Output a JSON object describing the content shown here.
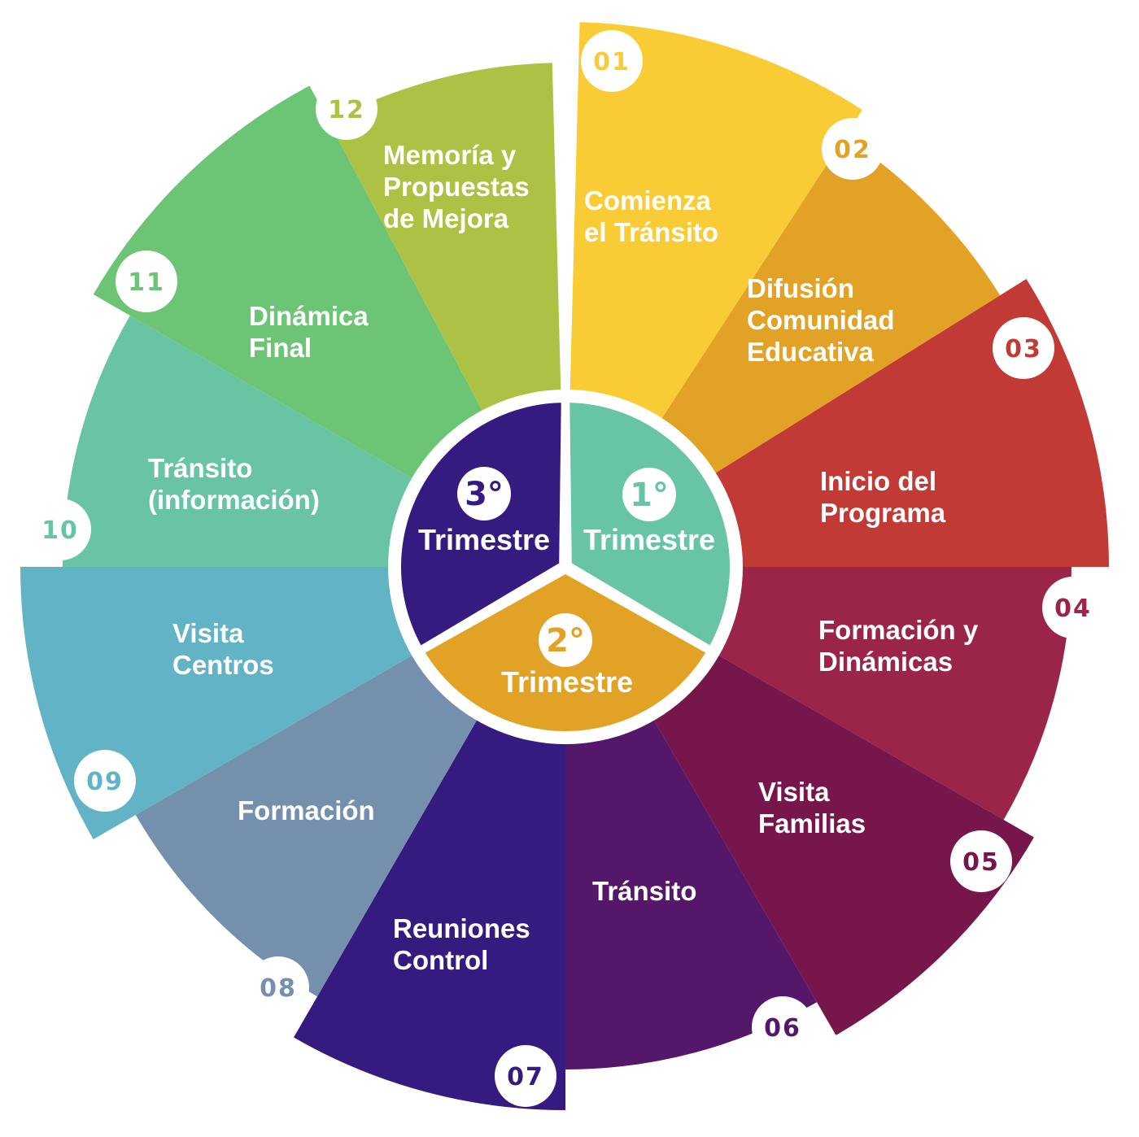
{
  "steps": [
    {
      "number": "01",
      "lines": [
        "Comienza",
        "el Tránsito"
      ],
      "color": "#f9cb35"
    },
    {
      "number": "02",
      "lines": [
        "Difusión",
        "Comunidad",
        "Educativa"
      ],
      "color": "#e1a225"
    },
    {
      "number": "03",
      "lines": [
        "Inicio del",
        "Programa"
      ],
      "color": "#c13a35"
    },
    {
      "number": "04",
      "lines": [
        "Formación y",
        "Dinámicas"
      ],
      "color": "#9a2549"
    },
    {
      "number": "05",
      "lines": [
        "Visita",
        "Familias"
      ],
      "color": "#76164b"
    },
    {
      "number": "06",
      "lines": [
        "Tránsito"
      ],
      "color": "#55176a"
    },
    {
      "number": "07",
      "lines": [
        "Reuniones",
        "Control"
      ],
      "color": "#351b80"
    },
    {
      "number": "08",
      "lines": [
        "Formación"
      ],
      "color": "#7590ad"
    },
    {
      "number": "09",
      "lines": [
        "Visita",
        "Centros"
      ],
      "color": "#63b3c6"
    },
    {
      "number": "10",
      "lines": [
        "Tránsito",
        "(información)"
      ],
      "color": "#69c4a4"
    },
    {
      "number": "11",
      "lines": [
        "Dinámica",
        "Final"
      ],
      "color": "#6cc574"
    },
    {
      "number": "12",
      "lines": [
        "Memoría y",
        "Propuestas",
        "de Mejora"
      ],
      "color": "#adc244"
    }
  ],
  "trimesters": [
    {
      "ordinal": "1°",
      "label": "Trimestre",
      "color": "#67c4a5"
    },
    {
      "ordinal": "2°",
      "label": "Trimestre",
      "color": "#e1a225"
    },
    {
      "ordinal": "3°",
      "label": "Trimestre",
      "color": "#351b80"
    }
  ]
}
